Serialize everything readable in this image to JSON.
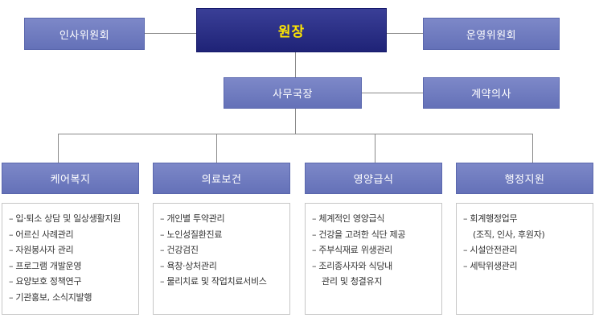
{
  "director": "원장",
  "personnel_committee": "인사위원회",
  "operations_committee": "운영위원회",
  "secretary_general": "사무국장",
  "contract_doctor": "계약의사",
  "departments": [
    {
      "title": "케어복지",
      "items": [
        "– 입·퇴소 상담 및 일상생활지원",
        "– 어르신 사례관리",
        "– 자원봉사자 관리",
        "– 프로그램 개발운영",
        "– 요양보호 정책연구",
        "– 기관홍보, 소식지발행"
      ]
    },
    {
      "title": "의료보건",
      "items": [
        "– 개인별 투약관리",
        "– 노인성질환진료",
        "– 건강검진",
        "– 욕창·상처관리",
        "– 물리치료 및 작업치료서비스"
      ]
    },
    {
      "title": "영양급식",
      "items": [
        "– 체계적인 영양급식",
        "– 건강을 고려한 식단 제공",
        "– 주부식재료 위생관리",
        "– 조리종사자와 식당내",
        "관리 및 청결유지"
      ]
    },
    {
      "title": "행정지원",
      "items": [
        "– 회계행정업무",
        "(조직, 인사, 후원자)",
        "– 시설안전관리",
        "– 세탁위생관리"
      ]
    }
  ]
}
